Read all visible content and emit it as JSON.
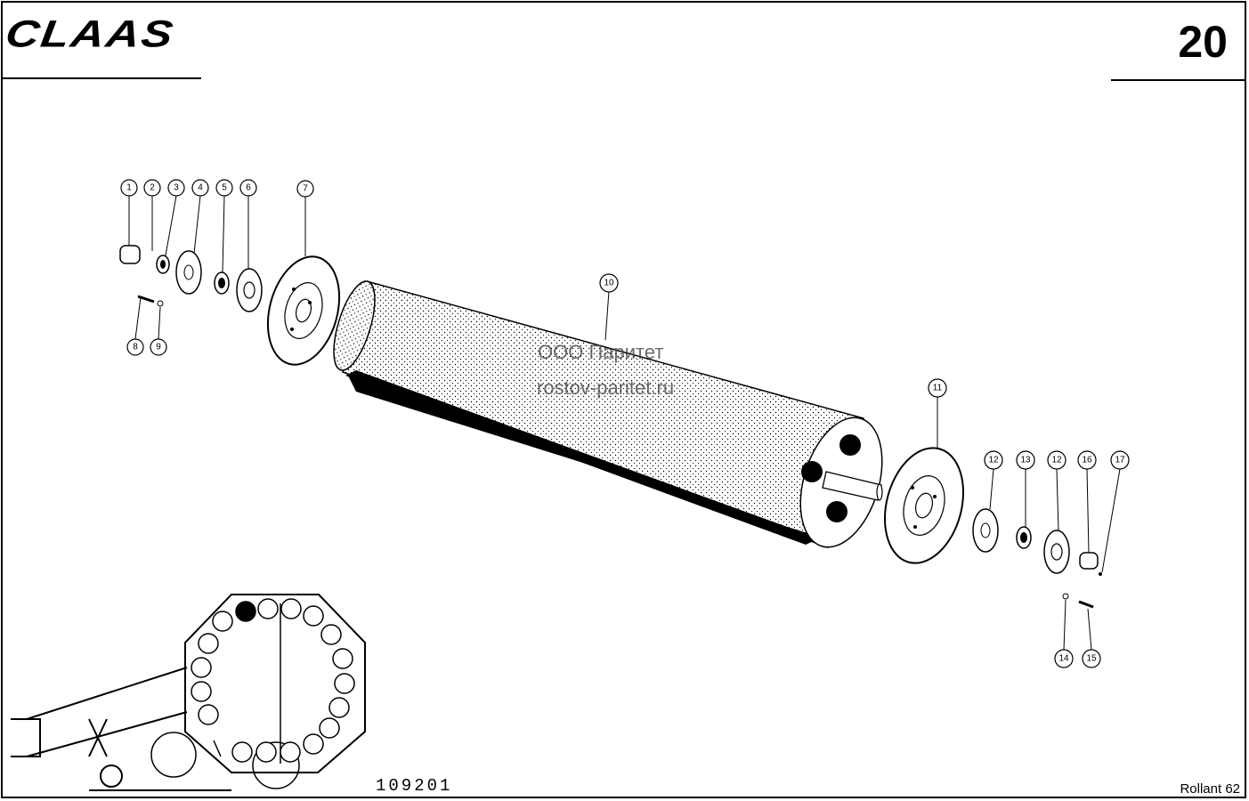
{
  "header": {
    "brand": "CLAAS",
    "page_number": "20"
  },
  "footer": {
    "drawing_number": "109201",
    "model": "Rollant 62"
  },
  "watermark": {
    "line1": "ООО Паритет",
    "line2": "rostov-paritet.ru"
  },
  "callouts": [
    "1",
    "2",
    "3",
    "4",
    "5",
    "6",
    "7",
    "8",
    "9",
    "10",
    "11",
    "12",
    "13",
    "12",
    "16",
    "17",
    "14",
    "15"
  ]
}
